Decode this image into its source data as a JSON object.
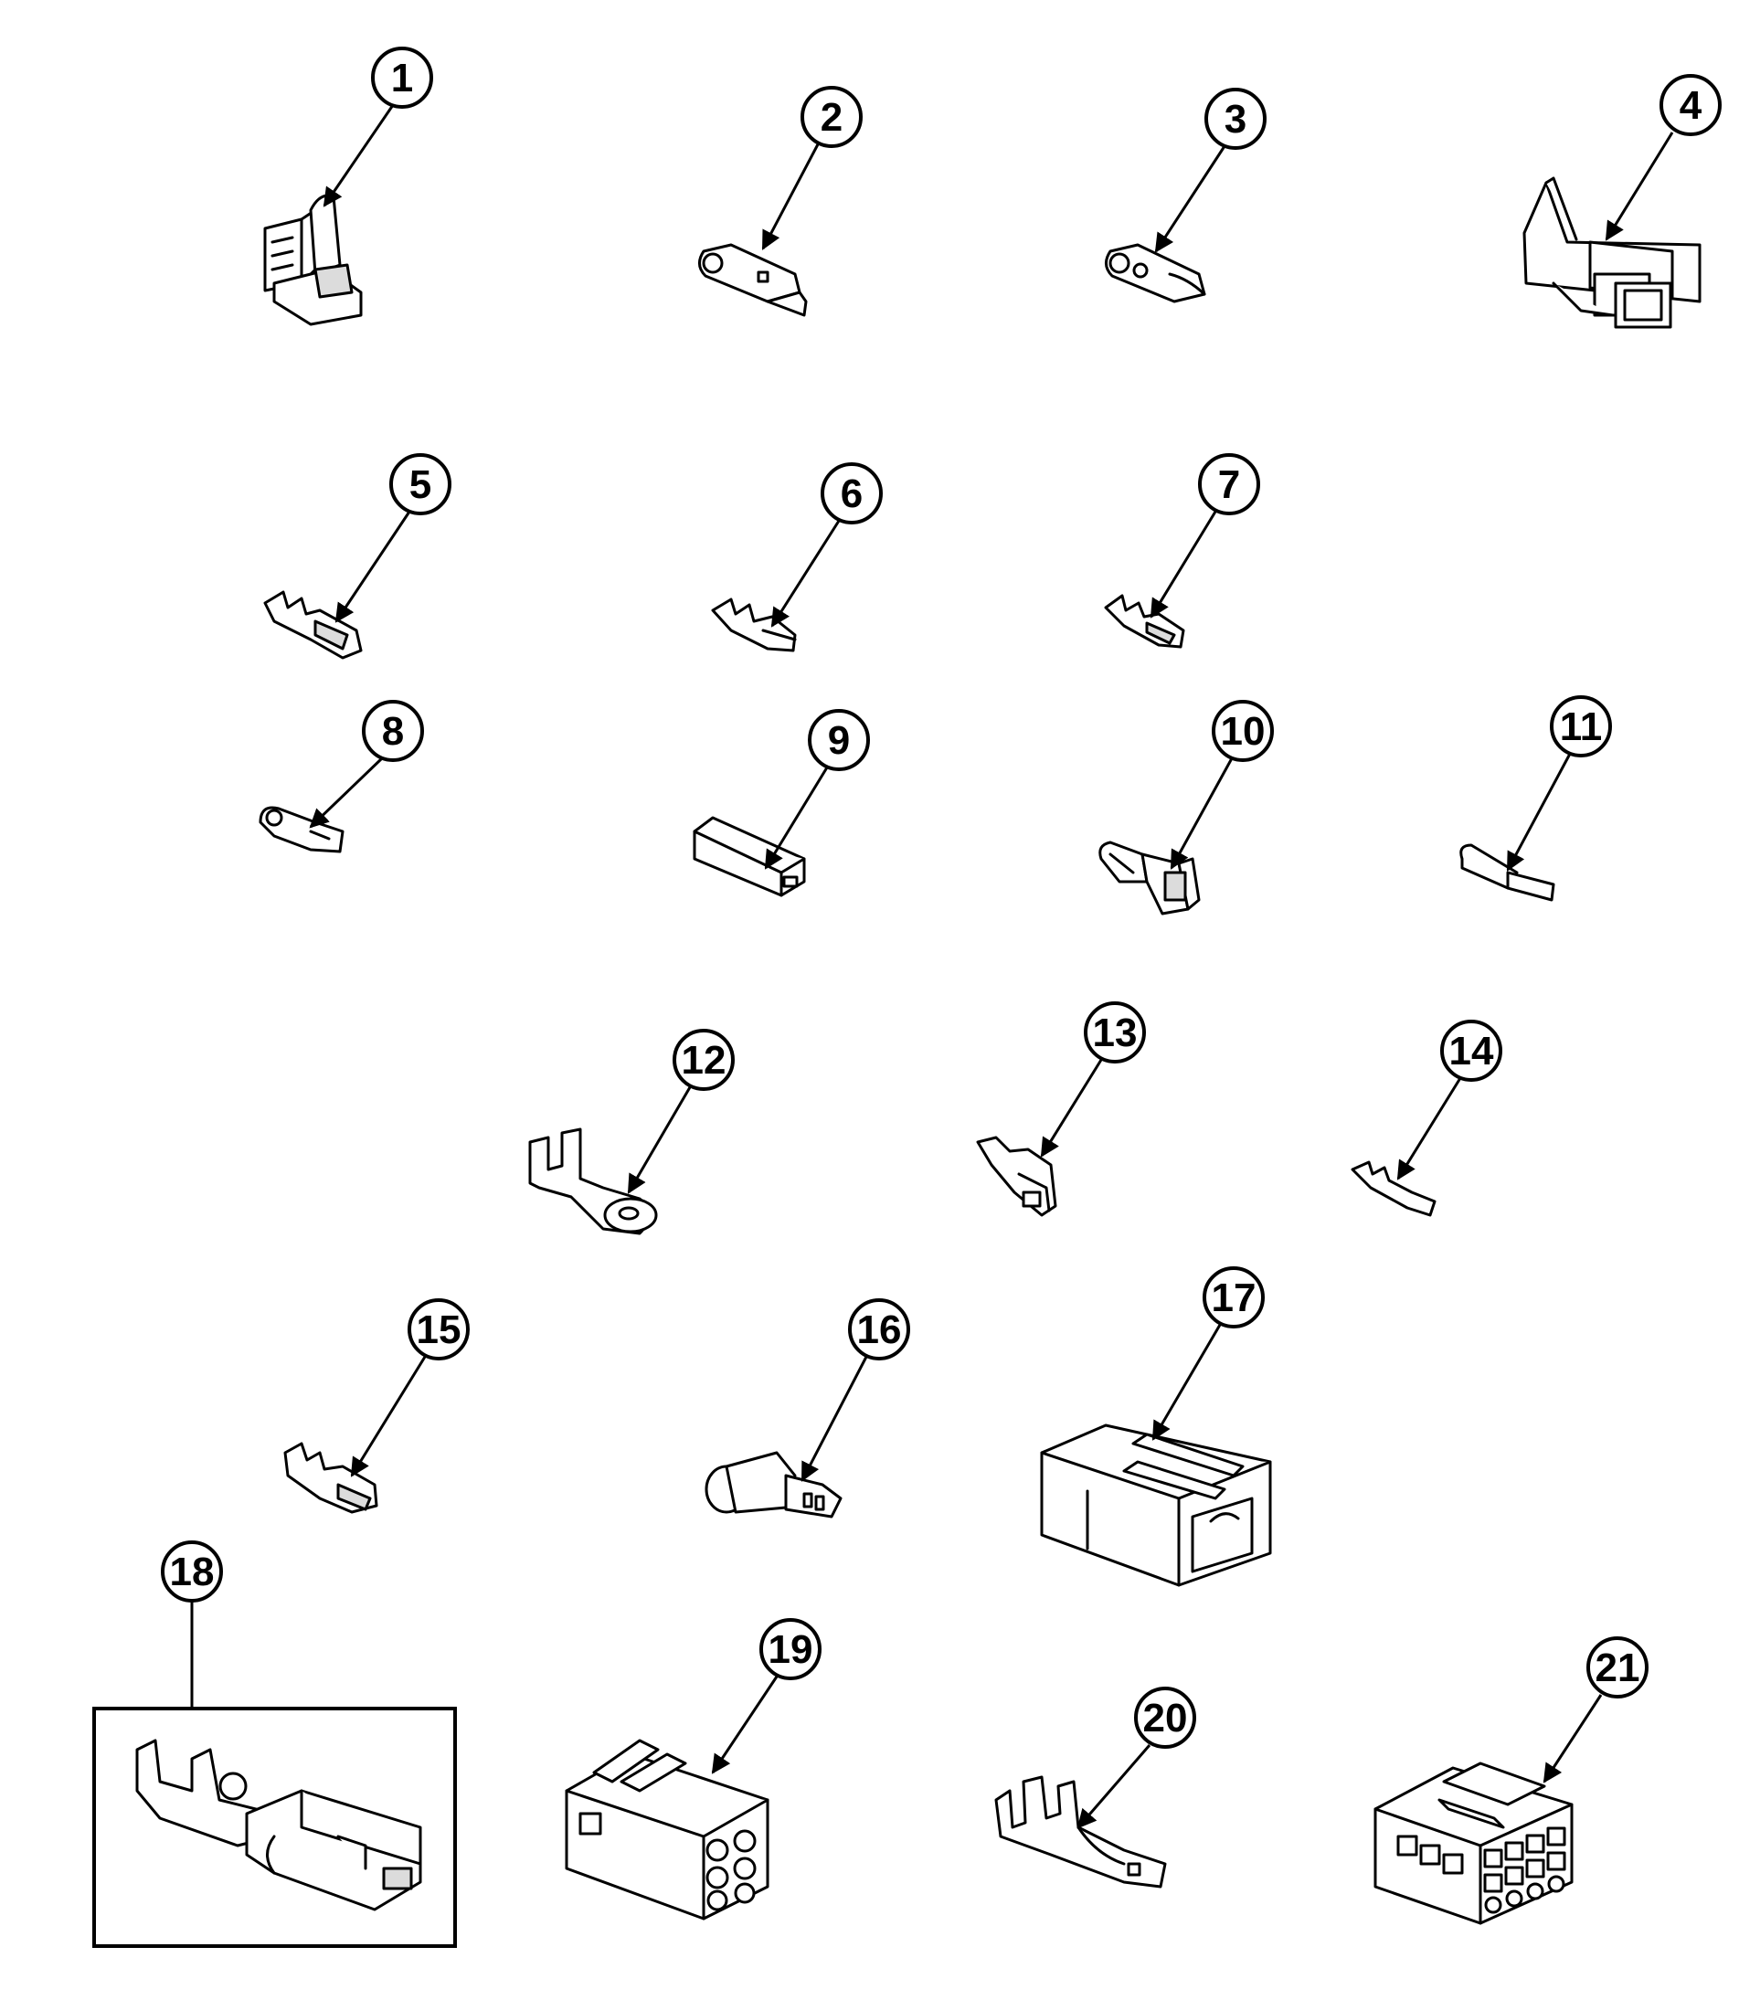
{
  "diagram": {
    "callouts": [
      "1",
      "2",
      "3",
      "4",
      "5",
      "6",
      "7",
      "8",
      "9",
      "10",
      "11",
      "12",
      "13",
      "14",
      "15",
      "16",
      "17",
      "18",
      "19",
      "20",
      "21"
    ]
  },
  "colors": {
    "ink": "#000000",
    "paper": "#ffffff",
    "shade": "#dcdcdc"
  }
}
